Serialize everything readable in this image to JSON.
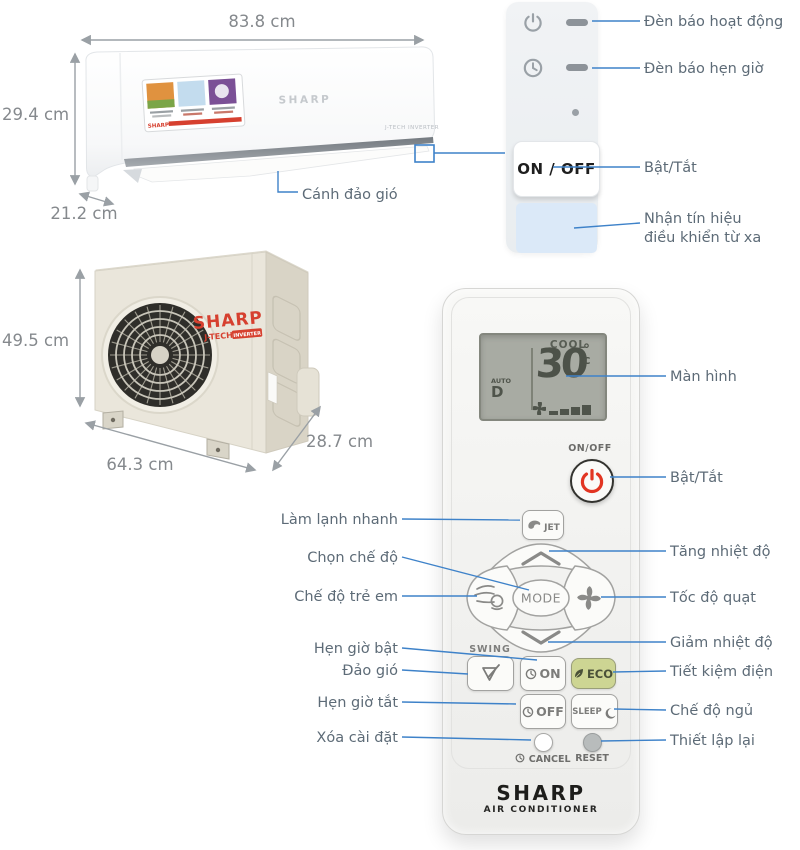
{
  "colors": {
    "leader_blue": "#3e82c9",
    "dimension_gray": "#9aa0a5",
    "label_text": "#5d6b77",
    "accent_red": "#d6402f",
    "power_glyph_red": "#e23522",
    "eco_bg": "#cdd593",
    "receiver_bg": "#dbe9f8",
    "lcd_bg": "#a8aba3"
  },
  "indoor_unit": {
    "dim_width": "83.8 cm",
    "dim_height": "29.4 cm",
    "dim_depth": "21.2 cm",
    "brand": "SHARP",
    "tech_label": "J-TECH INVERTER",
    "sticker_brand": "SHARP",
    "flap_label": "Cánh đảo gió"
  },
  "indicator_panel": {
    "power_button": "ON / OFF",
    "label_operation_light": "Đèn báo hoạt động",
    "label_timer_light": "Đèn báo hẹn giờ",
    "label_power": "Bật/Tắt",
    "label_receiver_1": "Nhận tín hiệu",
    "label_receiver_2": "điều khiển từ xa"
  },
  "outdoor_unit": {
    "dim_height": "49.5 cm",
    "dim_width": "64.3 cm",
    "dim_depth": "28.7 cm",
    "brand": "SHARP",
    "tech_label": "J-TECH",
    "tech_badge": "INVERTER"
  },
  "remote": {
    "display": {
      "mode": "COOL",
      "auto_small": "AUTO",
      "auto_letter": "D",
      "temperature": "30",
      "unit_degree": "°",
      "unit_c": "C"
    },
    "power_caption": "ON/OFF",
    "btn_jet": "JET",
    "btn_mode": "MODE",
    "swing_caption": "SWING",
    "btn_timer_on": "ON",
    "btn_timer_off": "OFF",
    "btn_eco": "ECO",
    "btn_sleep": "SLEEP",
    "btn_cancel": "CANCEL",
    "btn_reset": "RESET",
    "brand": "SHARP",
    "brand_sub": "AIR CONDITIONER",
    "label_screen": "Màn hình",
    "label_power": "Bật/Tắt",
    "label_jet": "Làm lạnh nhanh",
    "label_mode": "Chọn chế độ",
    "label_child": "Chế độ trẻ em",
    "label_temp_up": "Tăng nhiệt độ",
    "label_fan": "Tốc độ quạt",
    "label_temp_down": "Giảm nhiệt độ",
    "label_timer_on": "Hẹn giờ bật",
    "label_swing": "Đảo gió",
    "label_eco": "Tiết kiệm điện",
    "label_timer_off": "Hẹn giờ tắt",
    "label_sleep": "Chế độ ngủ",
    "label_cancel": "Xóa cài đặt",
    "label_reset": "Thiết lập lại"
  }
}
